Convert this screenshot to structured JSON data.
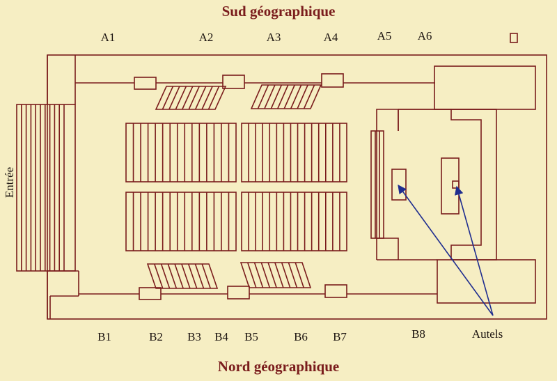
{
  "titles": {
    "south": "Sud géographique",
    "north": "Nord géographique"
  },
  "south_labels": [
    "A1",
    "A2",
    "A3",
    "A4",
    "A5",
    "A6"
  ],
  "north_labels": [
    "B1",
    "B2",
    "B3",
    "B4",
    "B5",
    "B6",
    "B7",
    "B8"
  ],
  "entrance_label": "Entrée",
  "altars_label": "Autels",
  "colors": {
    "background": "#f6eec3",
    "walls": "#7a1c1c",
    "arrows": "#1f2d8f"
  }
}
